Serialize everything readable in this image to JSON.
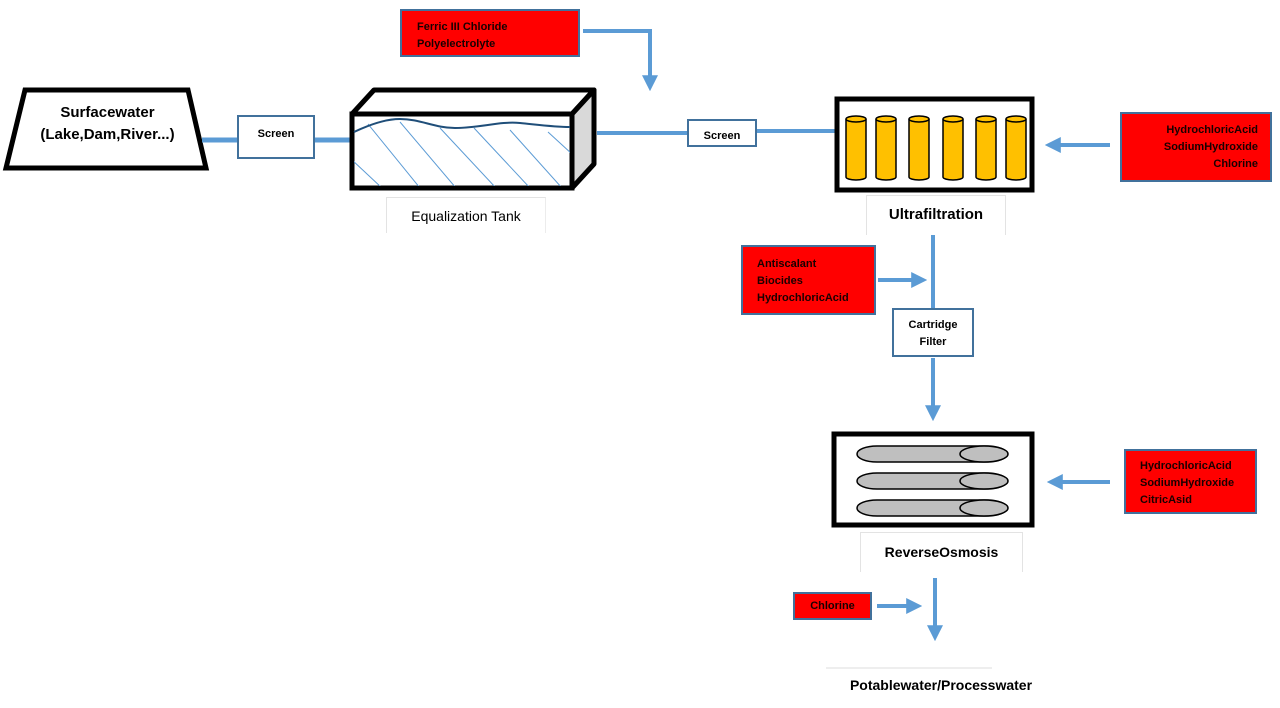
{
  "title": "Surface water treatment process flow",
  "colors": {
    "pipe": "#5b9bd5",
    "chemical_box": "#ff0000",
    "chemical_border": "#41719c",
    "uf_element": "#ffc000",
    "ro_element": "#bfbfbf",
    "tank_side": "#d9d9d9",
    "water_line": "#1f4e79"
  },
  "source": {
    "line1": "Surfacewater",
    "line2": "(Lake,Dam,River...)"
  },
  "screen_1": {
    "label": "Screen"
  },
  "screen_2": {
    "label": "Screen"
  },
  "equalization_tank": {
    "label": "Equalization Tank"
  },
  "coagulant_dosing": {
    "lines": [
      "Ferric III Chloride",
      "Polyelectrolyte"
    ]
  },
  "ultrafiltration": {
    "label": "Ultrafiltration",
    "element_count": 6
  },
  "uf_cleaning_chemicals": {
    "lines": [
      "HydrochloricAcid",
      "SodiumHydroxide",
      "Chlorine"
    ]
  },
  "pre_ro_dosing": {
    "lines": [
      "Antiscalant",
      "Biocides",
      "HydrochloricAcid"
    ]
  },
  "cartridge_filter": {
    "line1": "Cartridge",
    "line2": "Filter"
  },
  "reverse_osmosis": {
    "label": "ReverseOsmosis",
    "vessel_count": 3
  },
  "ro_cleaning_chemicals": {
    "lines": [
      "HydrochloricAcid",
      "SodiumHydroxide",
      "CitricAsid"
    ]
  },
  "post_dosing": {
    "lines": [
      "Chlorine"
    ]
  },
  "product": {
    "label": "Potablewater/Processwater"
  }
}
